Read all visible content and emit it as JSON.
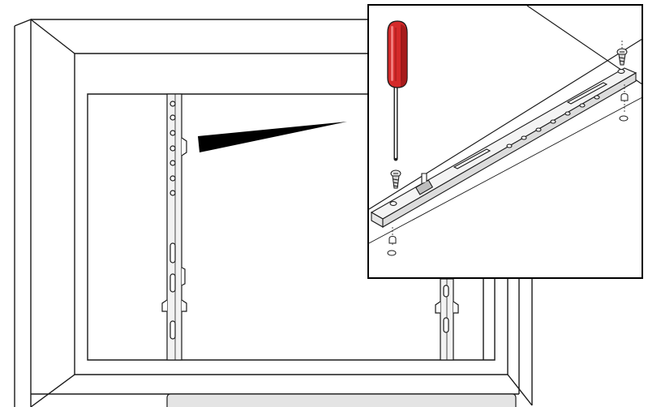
{
  "diagram": {
    "subject": "window-frame-hardware-rail-installation",
    "colors": {
      "line": "#1a1a1a",
      "frame_fill": "#ffffff",
      "rail_fill": "#f2f2f2",
      "sill_fill": "#e4e4e4",
      "screwdriver_handle": "#d42a2a",
      "screwdriver_handle_dark": "#8f1414",
      "screwdriver_highlight": "#f07a7a",
      "callout_pointer": "#000000",
      "inset_border": "#000000"
    },
    "icons": [
      "screwdriver-icon",
      "screw-icon",
      "mounting-rail",
      "callout-pointer"
    ]
  }
}
